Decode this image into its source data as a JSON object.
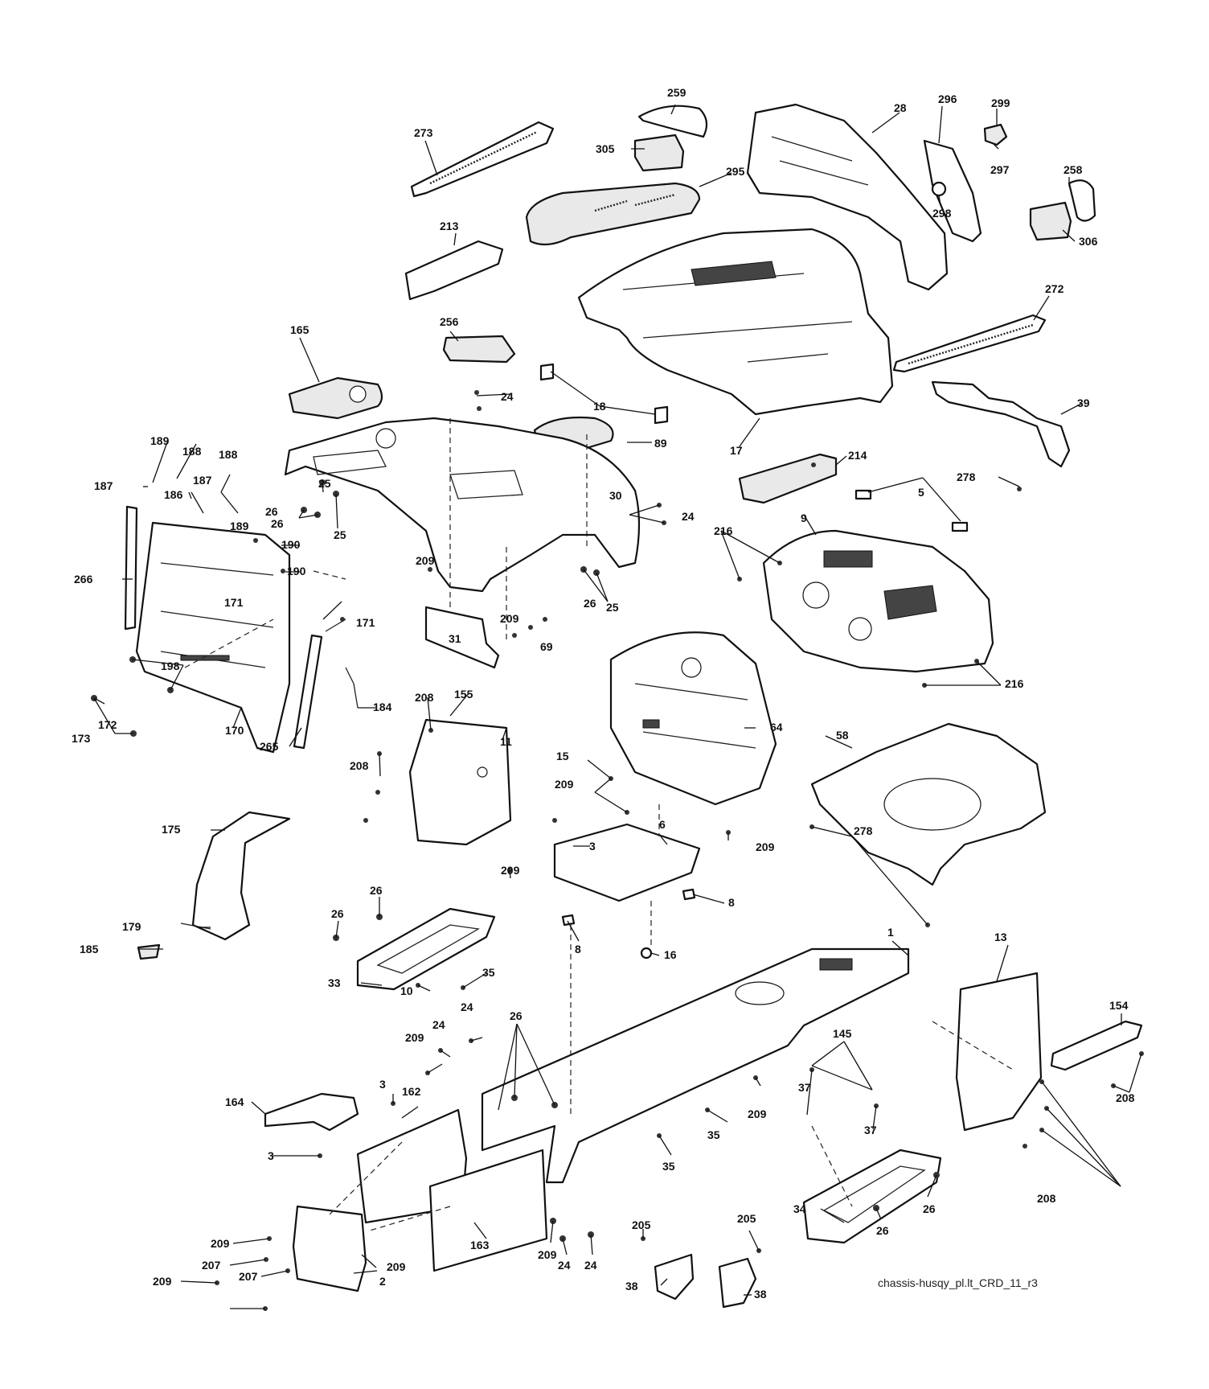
{
  "diagram_code": "chassis-husqy_pl.lt_CRD_11_r3",
  "callouts": {
    "c1": "1",
    "c2": "2",
    "c3a": "3",
    "c3b": "3",
    "c3c": "3",
    "c5": "5",
    "c6": "6",
    "c8a": "8",
    "c8b": "8",
    "c9": "9",
    "c10": "10",
    "c11": "11",
    "c13": "13",
    "c15": "15",
    "c16": "16",
    "c17": "17",
    "c18": "18",
    "c24a": "24",
    "c24b": "24",
    "c24c": "24",
    "c24d": "24",
    "c24e": "24",
    "c24f": "24",
    "c25a": "25",
    "c25b": "25",
    "c25c": "25",
    "c26a": "26",
    "c26b": "26",
    "c26c": "26",
    "c26d": "26",
    "c26e": "26",
    "c26f": "26",
    "c26g": "26",
    "c26h": "26",
    "c28": "28",
    "c30": "30",
    "c31": "31",
    "c33": "33",
    "c34": "34",
    "c35a": "35",
    "c35b": "35",
    "c35c": "35",
    "c37a": "37",
    "c37b": "37",
    "c38a": "38",
    "c38b": "38",
    "c39": "39",
    "c58": "58",
    "c64": "64",
    "c69": "69",
    "c89": "89",
    "c145": "145",
    "c154": "154",
    "c155": "155",
    "c162": "162",
    "c163": "163",
    "c164": "164",
    "c165": "165",
    "c170": "170",
    "c171a": "171",
    "c171b": "171",
    "c172": "172",
    "c173": "173",
    "c175": "175",
    "c179": "179",
    "c184": "184",
    "c185": "185",
    "c186": "186",
    "c187a": "187",
    "c187b": "187",
    "c188a": "188",
    "c188b": "188",
    "c189a": "189",
    "c189b": "189",
    "c190a": "190",
    "c190b": "190",
    "c198": "198",
    "c205a": "205",
    "c205b": "205",
    "c207a": "207",
    "c207b": "207",
    "c208a": "208",
    "c208b": "208",
    "c208c": "208",
    "c208d": "208",
    "c209a": "209",
    "c209b": "209",
    "c209c": "209",
    "c209d": "209",
    "c209e": "209",
    "c209f": "209",
    "c209g": "209",
    "c209h": "209",
    "c209i": "209",
    "c209j": "209",
    "c209k": "209",
    "c213": "213",
    "c214": "214",
    "c216a": "216",
    "c216b": "216",
    "c256": "256",
    "c258": "258",
    "c259": "259",
    "c265": "265",
    "c266": "266",
    "c272": "272",
    "c273": "273",
    "c278a": "278",
    "c278b": "278",
    "c295": "295",
    "c296": "296",
    "c297": "297",
    "c298": "298",
    "c299": "299",
    "c305": "305",
    "c306": "306"
  }
}
